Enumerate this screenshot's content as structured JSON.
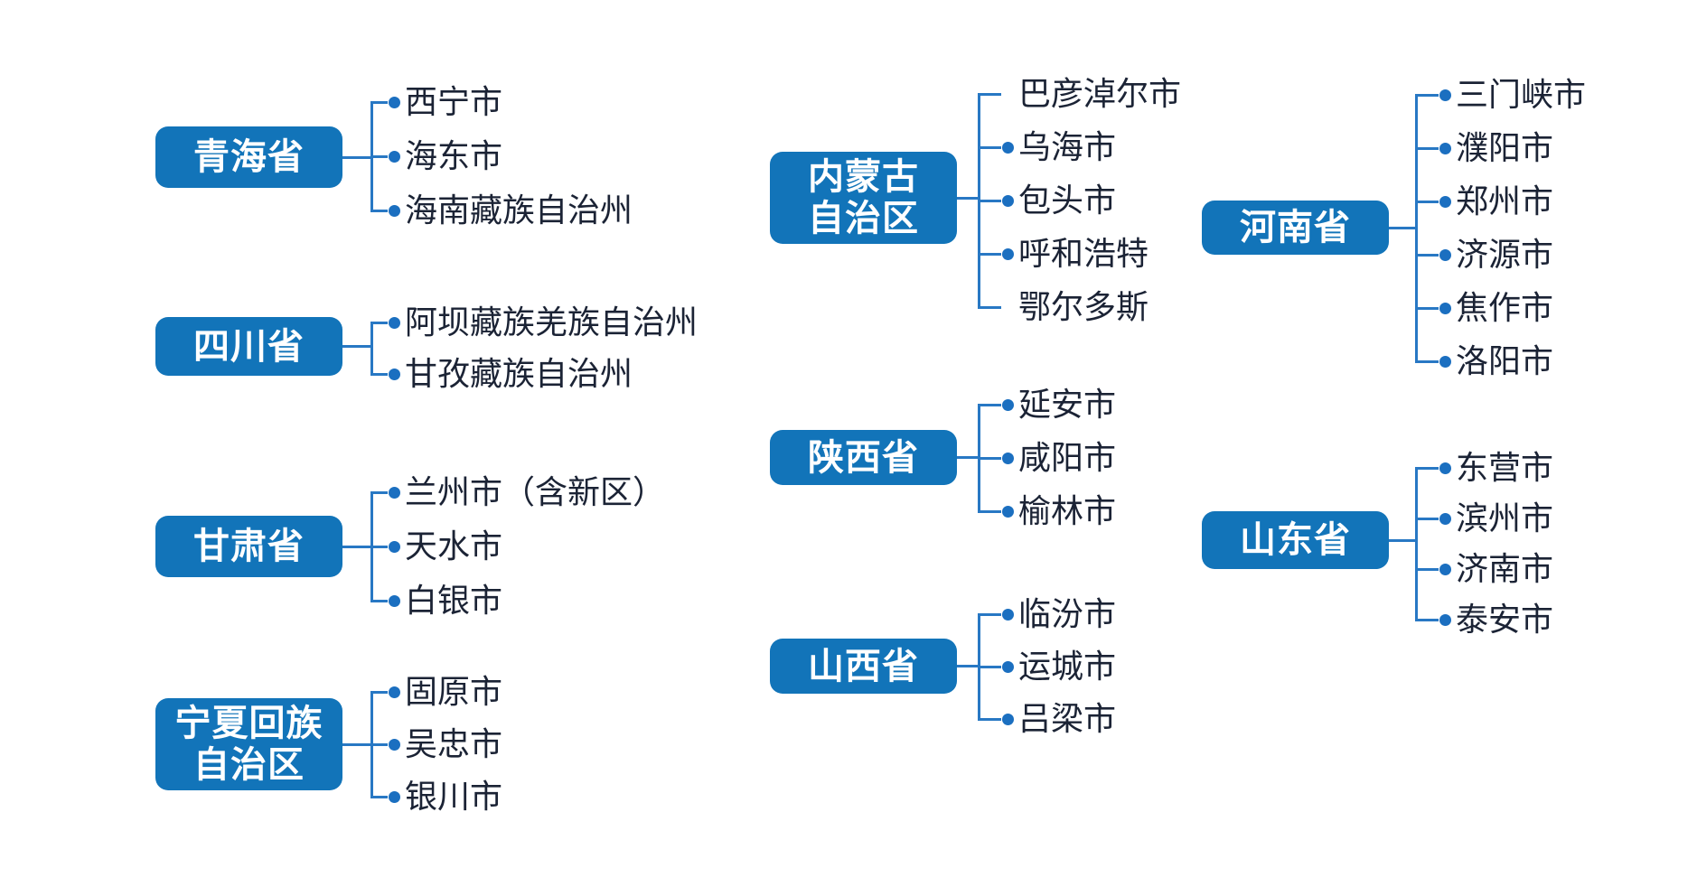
{
  "diagram": {
    "type": "province-city-tree",
    "language": "zh-CN"
  },
  "colors": {
    "background": "#ffffff",
    "node_fill": "#1274b9",
    "node_text": "#ffffff",
    "line": "#2878c4",
    "dot": "#1b6fc0",
    "city_text": "#1b2335"
  },
  "groups": [
    {
      "province": "青海省",
      "cities": [
        {
          "name": "西宁市"
        },
        {
          "name": "海东市"
        },
        {
          "name": "海南藏族自治州"
        }
      ]
    },
    {
      "province": "四川省",
      "cities": [
        {
          "name": "阿坝藏族羌族自治州"
        },
        {
          "name": "甘孜藏族自治州"
        }
      ]
    },
    {
      "province": "甘肃省",
      "cities": [
        {
          "name": "兰州市（含新区）"
        },
        {
          "name": "天水市"
        },
        {
          "name": "白银市"
        }
      ]
    },
    {
      "province": "宁夏回族\n自治区",
      "cities": [
        {
          "name": "固原市"
        },
        {
          "name": "吴忠市"
        },
        {
          "name": "银川市"
        }
      ]
    },
    {
      "province": "内蒙古\n自治区",
      "cities": [
        {
          "name": "巴彦淖尔市",
          "bullet": false
        },
        {
          "name": "乌海市"
        },
        {
          "name": "包头市"
        },
        {
          "name": "呼和浩特"
        },
        {
          "name": "鄂尔多斯",
          "bullet": false
        }
      ]
    },
    {
      "province": "陕西省",
      "cities": [
        {
          "name": "延安市"
        },
        {
          "name": "咸阳市"
        },
        {
          "name": "榆林市"
        }
      ]
    },
    {
      "province": "山西省",
      "cities": [
        {
          "name": "临汾市"
        },
        {
          "name": "运城市"
        },
        {
          "name": "吕梁市"
        }
      ]
    },
    {
      "province": "河南省",
      "cities": [
        {
          "name": "三门峡市"
        },
        {
          "name": "濮阳市"
        },
        {
          "name": "郑州市"
        },
        {
          "name": "济源市"
        },
        {
          "name": "焦作市"
        },
        {
          "name": "洛阳市"
        }
      ]
    },
    {
      "province": "山东省",
      "cities": [
        {
          "name": "东营市"
        },
        {
          "name": "滨州市"
        },
        {
          "name": "济南市"
        },
        {
          "name": "泰安市"
        }
      ]
    }
  ]
}
